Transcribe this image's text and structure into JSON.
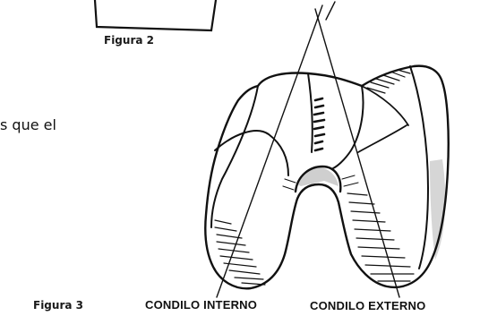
{
  "figure2": {
    "caption": "Figura 2"
  },
  "figure3": {
    "caption": "Figura 3"
  },
  "text_fragment": "s que el",
  "labels": {
    "condilo_interno": "CONDILO INTERNO",
    "condilo_externo": "CONDILO EXTERNO"
  },
  "colors": {
    "ink": "#111111",
    "shade": "#cfcfcf",
    "background": "#ffffff"
  }
}
